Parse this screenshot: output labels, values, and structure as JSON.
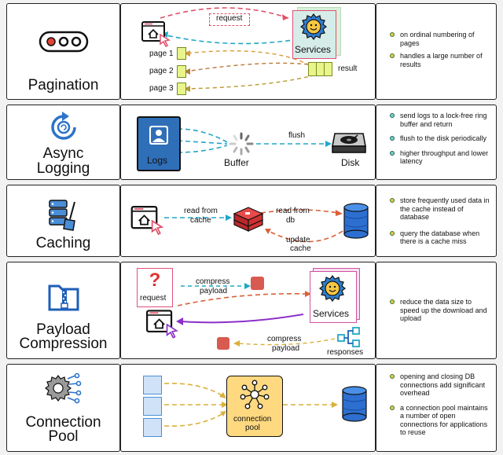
{
  "rows": [
    {
      "title": "Pagination",
      "labels": {
        "request": "request",
        "services": "Services",
        "page1": "page 1",
        "page2": "page 2",
        "page3": "page 3",
        "result": "result"
      },
      "notes": [
        "on ordinal numbering of pages",
        "handles a large number of results"
      ]
    },
    {
      "title_line1": "Async",
      "title_line2": "Logging",
      "labels": {
        "logs": "Logs",
        "buffer": "Buffer",
        "flush": "flush",
        "disk": "Disk"
      },
      "notes": [
        "send logs to a lock-free ring buffer and return",
        "flush to the disk periodically",
        "higher throughput and lower latency"
      ]
    },
    {
      "title": "Caching",
      "labels": {
        "read_cache_1": "read from",
        "read_cache_2": "cache",
        "read_db_1": "read from",
        "read_db_2": "db",
        "update_1": "update",
        "update_2": "cache"
      },
      "notes": [
        "store frequently used data in the cache instead of database",
        "query the database when there is a cache miss"
      ]
    },
    {
      "title_line1": "Payload",
      "title_line2": "Compression",
      "labels": {
        "request": "request",
        "compress1_1": "compress",
        "compress1_2": "payload",
        "services": "Services",
        "compress2_1": "compress",
        "compress2_2": "payload",
        "responses": "responses"
      },
      "notes": [
        "reduce the data size to speed up the download and upload"
      ]
    },
    {
      "title_line1": "Connection",
      "title_line2": "Pool",
      "labels": {
        "pool_1": "connection",
        "pool_2": "pool"
      },
      "notes": [
        "opening and closing DB connections add significant overhead",
        "a connection pool maintains a number of open connections for applications to reuse"
      ]
    }
  ],
  "colors": {
    "cyan": "#22a7c7",
    "pink": "#e0506a",
    "orange": "#d99a3a",
    "purple": "#8b2fc9",
    "blue": "#2d73c9",
    "red_cube": "#d8343a",
    "gear_blue": "#2f7fd0",
    "yellow_page": "#e8f58a"
  },
  "icons": [
    "three-dots-icon",
    "sync-icon",
    "database-brush-icon",
    "zip-folder-icon",
    "gear-network-icon",
    "browser-cursor-icon",
    "gear-smile-icon",
    "logs-user-icon",
    "spinner-icon",
    "disk-drive-icon",
    "redis-cube-icon",
    "database-cylinder-icon",
    "question-mark-icon",
    "compressed-block-icon",
    "responses-flow-icon",
    "connection-pool-icon",
    "client-square-icon"
  ]
}
